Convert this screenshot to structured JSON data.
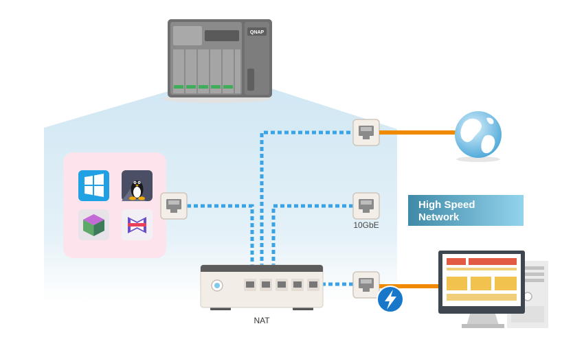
{
  "nas": {
    "brand": "QNAP"
  },
  "labels": {
    "nat": "NAT",
    "ten_gbe": "10GbE"
  },
  "banner": {
    "line1": "High Speed",
    "line2": "Network"
  },
  "colors": {
    "network_fill": "#cfe6f3",
    "vm_panel": "#fde4ec",
    "cable_dashed": "#3aa3e3",
    "cable_solid": "#f08a00",
    "banner_start": "#3f8aa8",
    "banner_end": "#8fd0ea",
    "thunderbolt": "#1877c9"
  },
  "icons": [
    "windows-icon",
    "linux-icon",
    "virtualization-icon",
    "container-icon",
    "globe-icon",
    "thunderbolt-icon"
  ]
}
